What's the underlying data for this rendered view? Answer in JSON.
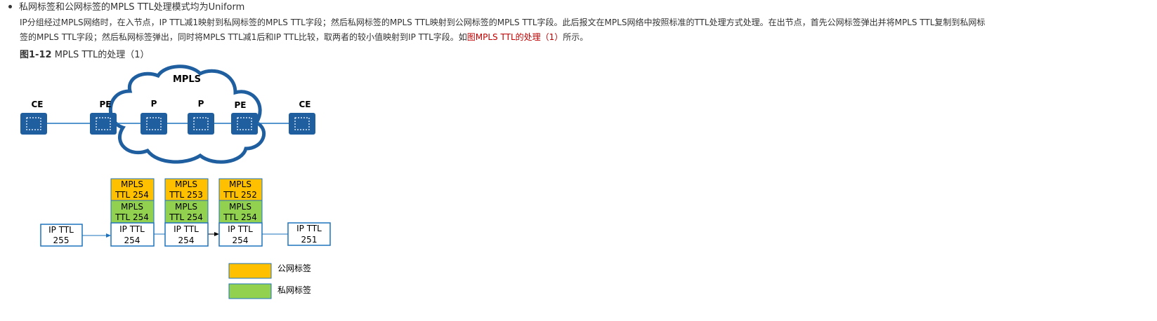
{
  "bullet": {
    "title": "私网标签和公网标签的MPLS TTL处理模式均为Uniform"
  },
  "paragraph": {
    "line1": "IP分组经过MPLS网络时，在入节点，IP TTL减1映射到私网标签的MPLS TTL字段；然后私网标签的MPLS TTL映射到公网标签的MPLS TTL字段。此后报文在MPLS网络中按照标准的TTL处理方式处理。在出节点，首先公网标签弹出并将MPLS TTL复制到私网标",
    "line2_before": "签的MPLS TTL字段；然后私网标签弹出，同时将MPLS TTL减1后和IP TTL比较，取两者的较小值映射到IP TTL字段。如",
    "line2_link": "图MPLS TTL的处理（1）",
    "line2_after": "所示。"
  },
  "figure": {
    "number": "图1-12",
    "caption": "MPLS TTL的处理（1）",
    "cloud_label": "MPLS",
    "nodes": [
      {
        "label": "CE"
      },
      {
        "label": "PE"
      },
      {
        "label": "P"
      },
      {
        "label": "P"
      },
      {
        "label": "PE"
      },
      {
        "label": "CE"
      }
    ],
    "stacks": [
      {
        "ip": [
          "IP TTL",
          "255"
        ]
      },
      {
        "public": [
          "MPLS",
          "TTL 254"
        ],
        "private": [
          "MPLS",
          "TTL 254"
        ],
        "ip": [
          "IP TTL",
          "254"
        ]
      },
      {
        "public": [
          "MPLS",
          "TTL 253"
        ],
        "private": [
          "MPLS",
          "TTL 254"
        ],
        "ip": [
          "IP TTL",
          "254"
        ]
      },
      {
        "public": [
          "MPLS",
          "TTL 252"
        ],
        "private": [
          "MPLS",
          "TTL 254"
        ],
        "ip": [
          "IP TTL",
          "254"
        ]
      },
      {
        "ip": [
          "IP TTL",
          "251"
        ]
      }
    ],
    "legend": [
      {
        "label": "公网标签",
        "color": "#ffc000"
      },
      {
        "label": "私网标签",
        "color": "#92d050"
      }
    ],
    "colors": {
      "node": "#1f5fa0",
      "line": "#1e73be",
      "box_border": "#1e73be",
      "public": "#ffc000",
      "private": "#92d050"
    }
  }
}
